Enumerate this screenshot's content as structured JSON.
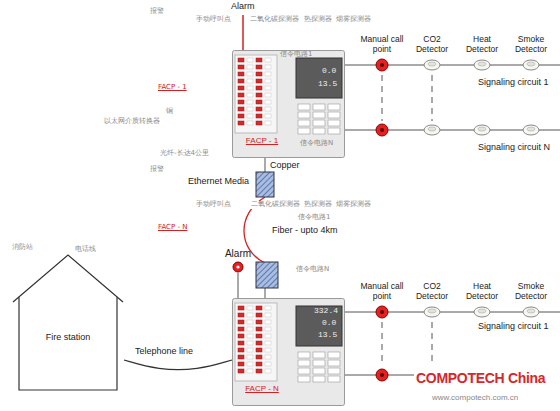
{
  "diagram": {
    "nodes": [
      {
        "text": [
          "FACP - 1"
        ]
      },
      {
        "text": [
          "Manual call point"
        ]
      },
      {
        "text": [
          "CO2 Detector"
        ]
      },
      {
        "text": [
          "Heat Detector"
        ]
      },
      {
        "text": [
          "Smoke Detector"
        ]
      },
      {
        "text": [
          "Alarm"
        ]
      },
      {
        "text": [
          "FACP - N"
        ]
      },
      {
        "text": [
          "Manual call point"
        ]
      },
      {
        "text": [
          "CO2 Detector"
        ]
      },
      {
        "text": [
          "Heat Detector"
        ]
      },
      {
        "text": [
          "Smoke Detector"
        ]
      },
      {
        "text": [
          "Fire station"
        ]
      }
    ],
    "edges": [
      {
        "from": 0,
        "to": 1,
        "arrow": "none"
      },
      {
        "from": 1,
        "to": 2,
        "arrow": "none"
      },
      {
        "from": 2,
        "to": 3,
        "arrow": "none"
      },
      {
        "from": 3,
        "to": 4,
        "arrow": "none"
      },
      {
        "from": 0,
        "to": 6,
        "arrow": "none"
      },
      {
        "from": 5,
        "to": 6,
        "arrow": "none"
      },
      {
        "from": 6,
        "to": 7,
        "arrow": "none"
      },
      {
        "from": 7,
        "to": 8,
        "arrow": "none"
      },
      {
        "from": 8,
        "to": 9,
        "arrow": "none"
      },
      {
        "from": 9,
        "to": 10,
        "arrow": "none"
      },
      {
        "from": 11,
        "to": 6,
        "label": "Telephone line",
        "arrow": "none"
      }
    ],
    "labels": [
      "报警",
      "手动呼叫点",
      "二氧化碳探测器",
      "热探测器",
      "烟雾探测器",
      "Alarm",
      "FACP - 1",
      "0.0",
      "13.5",
      "信令电路1",
      "Signaling circuit 1",
      "以太网介质转换器",
      "铜",
      "信令电路N",
      "Signaling circuit N",
      "光纤-长达4公里",
      "Copper",
      "报警",
      "手动呼叫点",
      "二氧化碳探测器",
      "热探测器",
      "烟雾探测器",
      "Ethernet Media",
      "信令电路1",
      "Fiber - upto 4km",
      "FACP - N",
      "消防站",
      "电话线",
      "信令电路N",
      "332.4",
      "0.0",
      "13.5",
      "Signaling circuit 1",
      "COMPOTECH China",
      "www.compotech.com.cn"
    ]
  }
}
